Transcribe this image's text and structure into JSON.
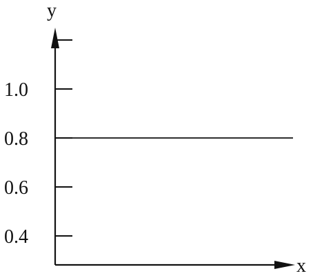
{
  "chart_data": {
    "type": "line",
    "xlabel": "x",
    "ylabel": "y",
    "y_ticks": [
      {
        "value": 0.4,
        "label": "0.4"
      },
      {
        "value": 0.6,
        "label": "0.6"
      },
      {
        "value": 0.8,
        "label": "0.8"
      },
      {
        "value": 1.0,
        "label": "1.0"
      },
      {
        "value": 1.2,
        "label": ""
      }
    ],
    "series": [
      {
        "x": [
          0,
          1
        ],
        "y": [
          0.8,
          0.8
        ]
      }
    ],
    "xlim": [
      0,
      1
    ],
    "ylim": [
      0.28,
      1.48
    ],
    "grid": false,
    "colors": {
      "axis": "#111111",
      "line": "#111111"
    }
  }
}
